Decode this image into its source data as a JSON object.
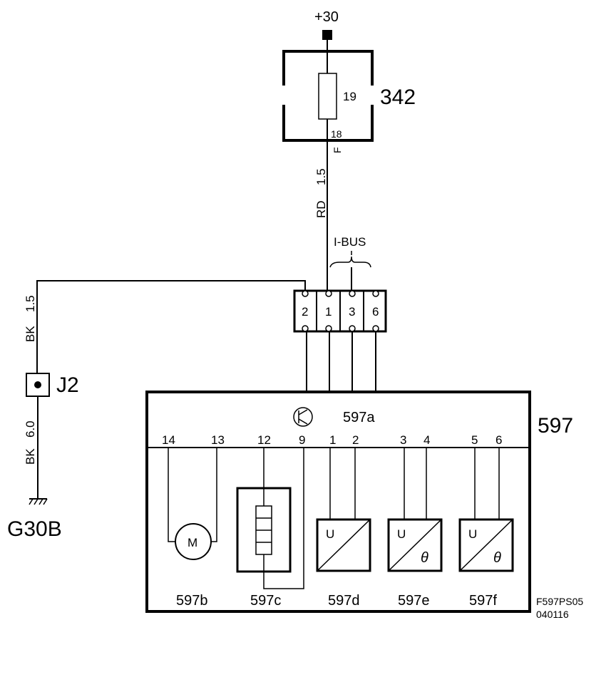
{
  "supply": {
    "label": "+30"
  },
  "fusebox": {
    "id": "342",
    "fuse_number": "19",
    "pin": "18",
    "pin_letter": "F"
  },
  "wire_main": {
    "color": "RD",
    "gauge": "1.5"
  },
  "ibus": {
    "label": "I-BUS"
  },
  "connector": {
    "pins": [
      "2",
      "1",
      "3",
      "6"
    ]
  },
  "wire_left": {
    "color": "BK",
    "gauge": "1.5"
  },
  "junction": {
    "id": "J2"
  },
  "wire_ground": {
    "color": "BK",
    "gauge": "6.0"
  },
  "ground": {
    "id": "G30B"
  },
  "module": {
    "id": "597",
    "sub_a": "597a",
    "pin_numbers": [
      "14",
      "13",
      "12",
      "9",
      "1",
      "2",
      "3",
      "4",
      "5",
      "6"
    ],
    "components": [
      "597b",
      "597c",
      "597d",
      "597e",
      "597f"
    ],
    "motor_symbol": "M",
    "u_symbol": "U",
    "theta_symbol": "θ"
  },
  "figure_code": {
    "line1": "F597PS05",
    "line2": "040116"
  }
}
